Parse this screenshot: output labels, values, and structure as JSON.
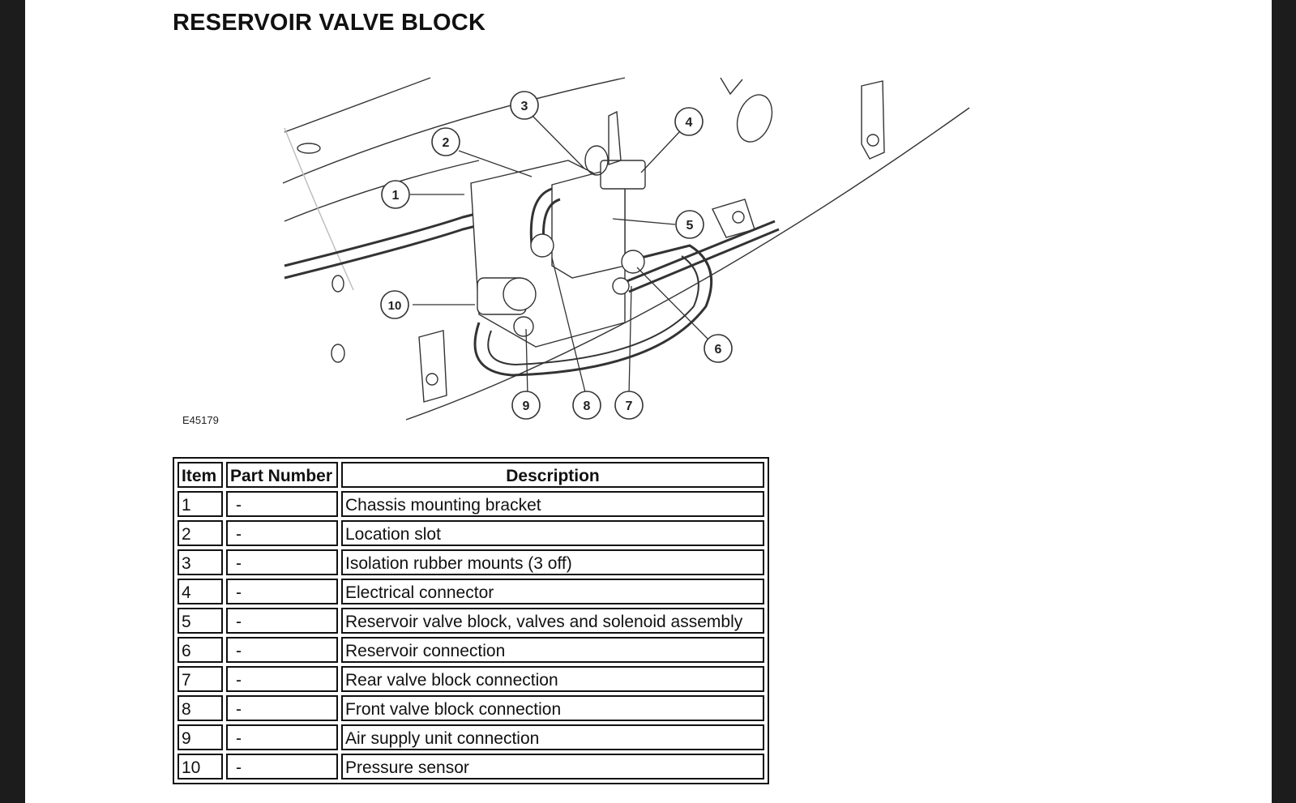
{
  "title": "RESERVOIR VALVE BLOCK",
  "figure": {
    "code": "E45179",
    "callouts": [
      "1",
      "2",
      "3",
      "4",
      "5",
      "6",
      "7",
      "8",
      "9",
      "10"
    ]
  },
  "table": {
    "headers": {
      "item": "Item",
      "part_number": "Part Number",
      "description": "Description"
    },
    "rows": [
      {
        "item": "1",
        "part_number": "-",
        "description": "Chassis mounting bracket"
      },
      {
        "item": "2",
        "part_number": "-",
        "description": "Location slot"
      },
      {
        "item": "3",
        "part_number": "-",
        "description": "Isolation rubber mounts (3 off)"
      },
      {
        "item": "4",
        "part_number": "-",
        "description": "Electrical connector"
      },
      {
        "item": "5",
        "part_number": "-",
        "description": "Reservoir valve block, valves and solenoid assembly"
      },
      {
        "item": "6",
        "part_number": "-",
        "description": "Reservoir connection"
      },
      {
        "item": "7",
        "part_number": "-",
        "description": "Rear valve block connection"
      },
      {
        "item": "8",
        "part_number": "-",
        "description": "Front valve block connection"
      },
      {
        "item": "9",
        "part_number": "-",
        "description": "Air supply unit connection"
      },
      {
        "item": "10",
        "part_number": "-",
        "description": "Pressure sensor"
      }
    ]
  }
}
